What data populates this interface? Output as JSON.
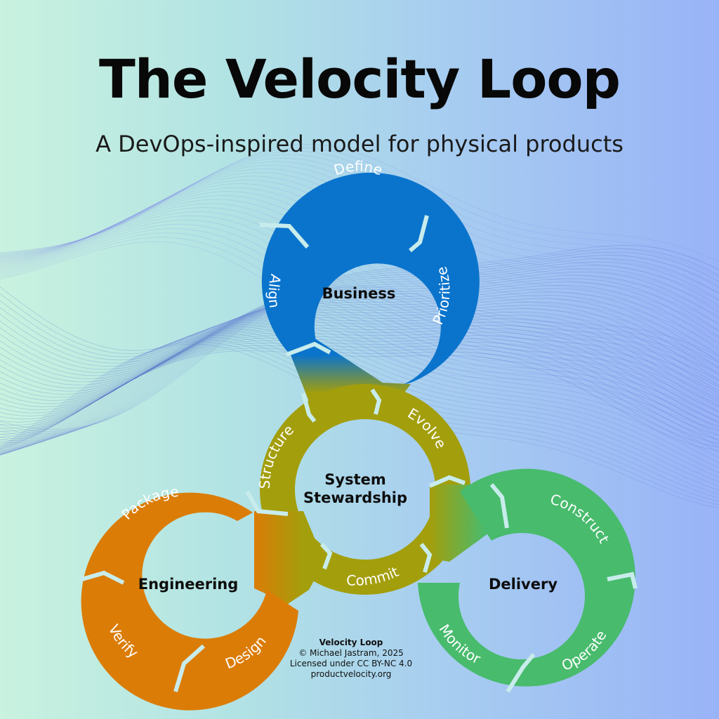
{
  "header": {
    "title": "The Velocity Loop",
    "subtitle": "A DevOps-inspired model for physical products"
  },
  "colors": {
    "business": "#0a74cc",
    "stewardship": "#a39e0c",
    "engineering": "#db7c06",
    "delivery": "#48bb6d"
  },
  "loops": {
    "business": {
      "name": "Business",
      "stages": [
        "Define",
        "Prioritize",
        "Align"
      ]
    },
    "stewardship": {
      "name_line1": "System",
      "name_line2": "Stewardship",
      "stages": [
        "Evolve",
        "Commit",
        "Structure"
      ]
    },
    "engineering": {
      "name": "Engineering",
      "stages": [
        "Package",
        "Design",
        "Verify"
      ]
    },
    "delivery": {
      "name": "Delivery",
      "stages": [
        "Construct",
        "Operate",
        "Monitor"
      ]
    }
  },
  "credits": {
    "title": "Velocity Loop",
    "copyright": "© Michael Jastram, 2025",
    "license": "Licensed under CC BY-NC 4.0",
    "website": "productvelocity.org"
  }
}
